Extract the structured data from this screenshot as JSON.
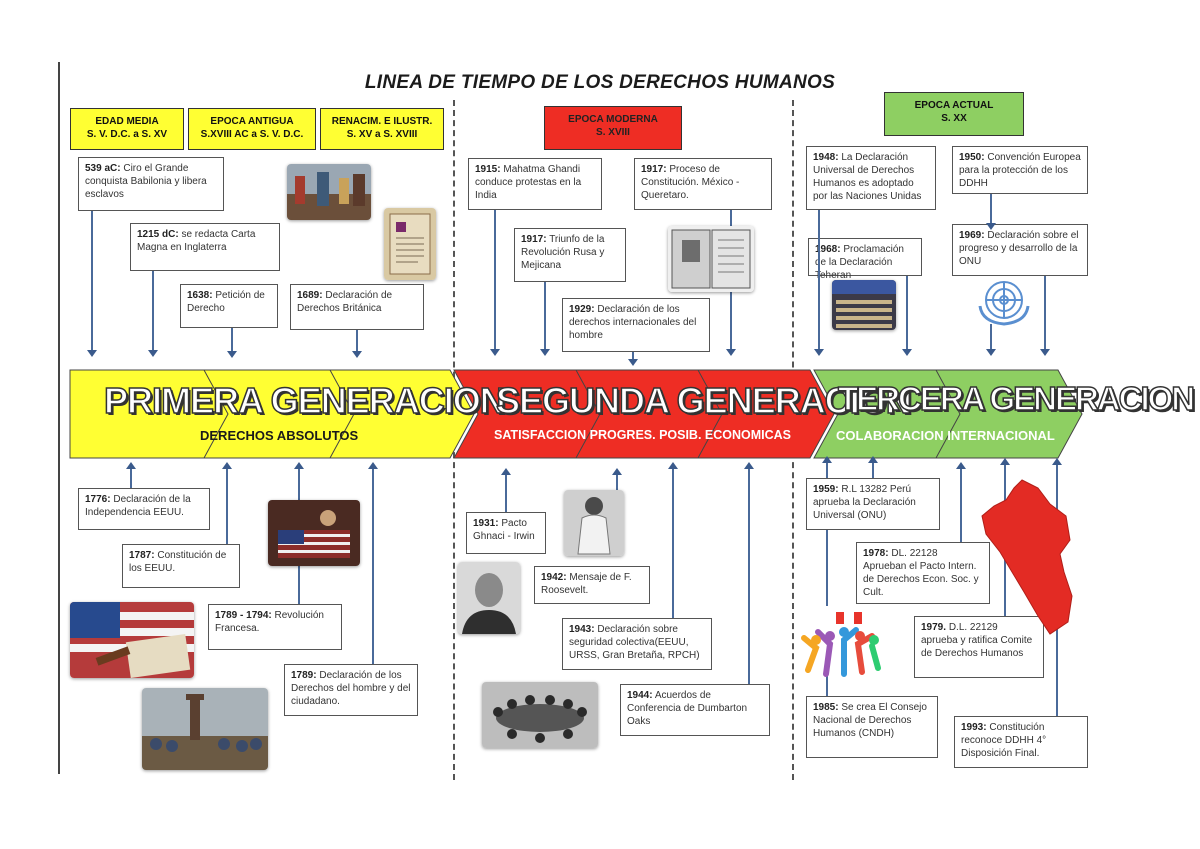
{
  "title": "LINEA  DE TIEMPO DE LOS DERECHOS HUMANOS",
  "eras": [
    {
      "line1": "EDAD MEDIA",
      "line2": "S. V. D.C. a S. XV"
    },
    {
      "line1": "EPOCA ANTIGUA",
      "line2": "S.XVIII AC a S. V. D.C."
    },
    {
      "line1": "RENACIM. E ILUSTR.",
      "line2": "S. XV a S. XVIII"
    },
    {
      "line1": "EPOCA MODERNA",
      "line2": "S. XVIII"
    },
    {
      "line1": "EPOCA ACTUAL",
      "line2": "S. XX"
    }
  ],
  "generations": [
    {
      "name": "PRIMERA GENERACION",
      "subtitle": "DERECHOS ABSOLUTOS",
      "color": "#ffff33"
    },
    {
      "name": "SEGUNDA GENERACION",
      "subtitle": "SATISFACCION PROGRES. POSIB. ECONOMICAS",
      "color": "#ee2d24"
    },
    {
      "name": "TERCERA GENERACION",
      "subtitle": "COLABORACION INTERNACIONAL",
      "color": "#8ecf62"
    }
  ],
  "events_top": [
    {
      "year": "539 aC:",
      "text": "Ciro el Grande conquista Babilonia y libera esclavos"
    },
    {
      "year": "1215 dC:",
      "text": "se redacta Carta Magna en Inglaterra"
    },
    {
      "year": "1638:",
      "text": "Petición de Derecho"
    },
    {
      "year": "1689:",
      "text": "Declaración de Derechos Británica"
    },
    {
      "year": "1915:",
      "text": "Mahatma Ghandi conduce protestas en la India"
    },
    {
      "year": "1917:",
      "text": "Proceso de Constitución. México - Queretaro."
    },
    {
      "year": "1917:",
      "text": "Triunfo  de  la Revolución Rusa y Mejicana"
    },
    {
      "year": "1929:",
      "text": "Declaración de los derechos internacionales del hombre"
    },
    {
      "year": "1948:",
      "text": "La Declaración Universal de Derechos Humanos es adoptado por las Naciones Unidas"
    },
    {
      "year": "1950:",
      "text": "Convención Europea para la protección de los DDHH"
    },
    {
      "year": "1968:",
      "text": "Proclamación de la Declaración Teheran"
    },
    {
      "year": "1969:",
      "text": "Declaración sobre el progreso y desarrollo de la ONU"
    }
  ],
  "events_bottom": [
    {
      "year": "1776:",
      "text": "Declaración de la Independencia EEUU."
    },
    {
      "year": "1787:",
      "text": "Constitución de los EEUU."
    },
    {
      "year": "1789 - 1794:",
      "text": "Revolución Francesa."
    },
    {
      "year": "1789:",
      "text": "Declaración de los Derechos del hombre y del ciudadano."
    },
    {
      "year": "1931:",
      "text": "Pacto Ghnaci - Irwin"
    },
    {
      "year": "1942:",
      "text": "Mensaje de F. Roosevelt."
    },
    {
      "year": "1943:",
      "text": "Declaración sobre seguridad colectiva(EEUU, URSS, Gran Bretaña, RPCH)"
    },
    {
      "year": "1944:",
      "text": "Acuerdos de Conferencia de Dumbarton Oaks"
    },
    {
      "year": "1959:",
      "text": "R.L 13282 Perú aprueba la Declaración Universal (ONU)"
    },
    {
      "year": "1978:",
      "text": "DL. 22128 Aprueban el Pacto Intern. de Derechos Econ. Soc. y Cult."
    },
    {
      "year": "1979.",
      "text": "D.L. 22129 aprueba y ratifica Comite de Derechos Humanos"
    },
    {
      "year": "1985:",
      "text": "Se crea El Consejo Nacional de Derechos Humanos (CNDH)"
    },
    {
      "year": "1993:",
      "text": "Constitución reconoce DDHH 4° Disposición Final."
    }
  ],
  "icons": {
    "un_emblem": "un-emblem-icon",
    "peru_map": "peru-map-icon",
    "people_figures": "people-figures-icon"
  },
  "colors": {
    "yellow": "#ffff33",
    "red": "#ee2d24",
    "green": "#8ecf62",
    "arrow": "#3a5a8c"
  }
}
